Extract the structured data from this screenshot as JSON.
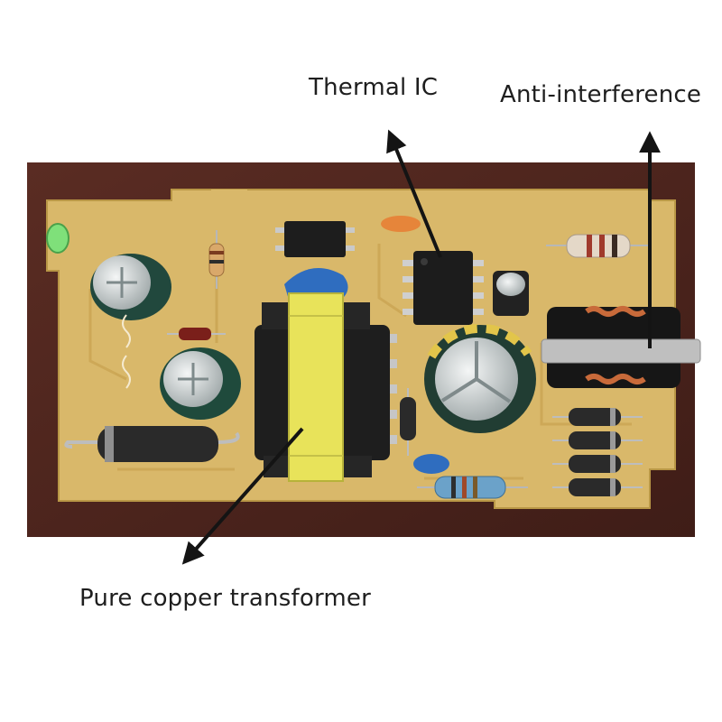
{
  "annotations": {
    "thermal_ic": "Thermal IC",
    "anti_interference": "Anti-interference",
    "transformer": "Pure copper transformer"
  }
}
